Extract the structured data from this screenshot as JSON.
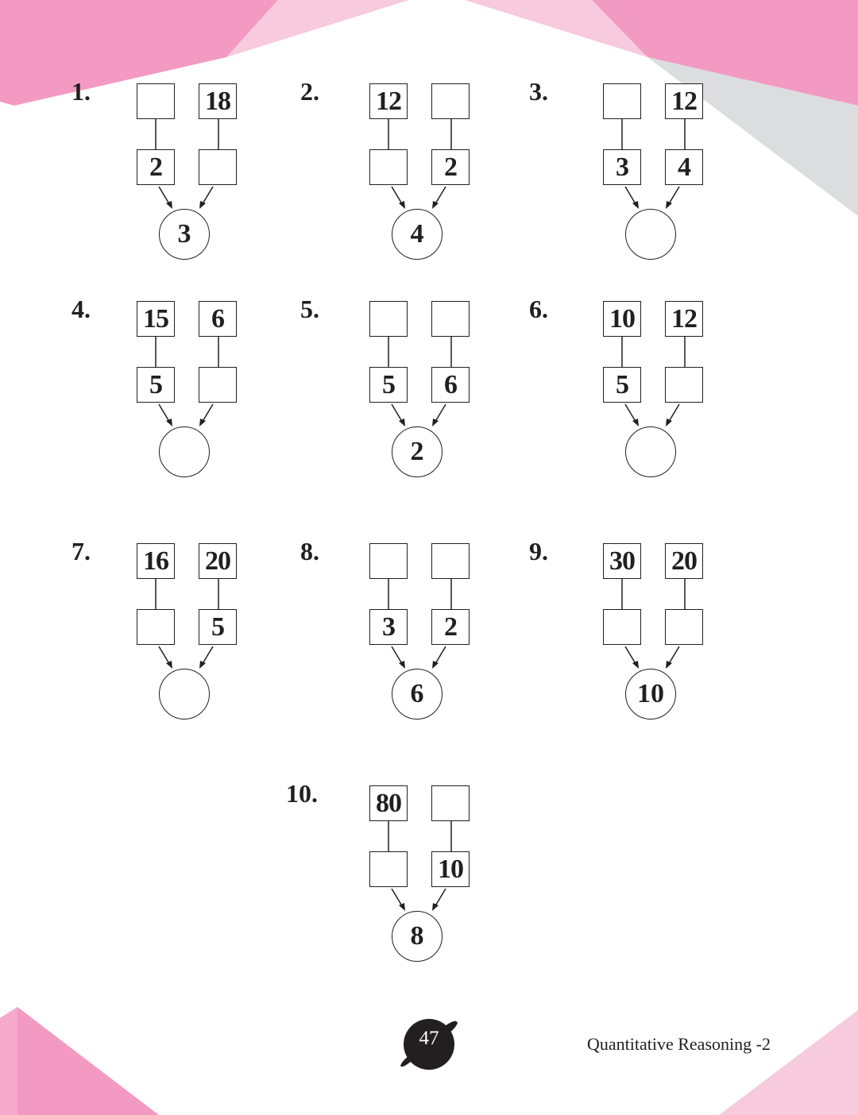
{
  "colors": {
    "pink": "#f39ac2",
    "light_pink": "#f7cade",
    "gray": "#dcdddf",
    "ink": "#231f20"
  },
  "problems": [
    {
      "label": "1.",
      "top_left": "",
      "top_right": "18",
      "bottom_left": "2",
      "bottom_right": "",
      "result": "3"
    },
    {
      "label": "2.",
      "top_left": "12",
      "top_right": "",
      "bottom_left": "",
      "bottom_right": "2",
      "result": "4"
    },
    {
      "label": "3.",
      "top_left": "",
      "top_right": "12",
      "bottom_left": "3",
      "bottom_right": "4",
      "result": ""
    },
    {
      "label": "4.",
      "top_left": "15",
      "top_right": "6",
      "bottom_left": "5",
      "bottom_right": "",
      "result": ""
    },
    {
      "label": "5.",
      "top_left": "",
      "top_right": "",
      "bottom_left": "5",
      "bottom_right": "6",
      "result": "2"
    },
    {
      "label": "6.",
      "top_left": "10",
      "top_right": "12",
      "bottom_left": "5",
      "bottom_right": "",
      "result": ""
    },
    {
      "label": "7.",
      "top_left": "16",
      "top_right": "20",
      "bottom_left": "",
      "bottom_right": "5",
      "result": ""
    },
    {
      "label": "8.",
      "top_left": "",
      "top_right": "",
      "bottom_left": "3",
      "bottom_right": "2",
      "result": "6"
    },
    {
      "label": "9.",
      "top_left": "30",
      "top_right": "20",
      "bottom_left": "",
      "bottom_right": "",
      "result": "10"
    },
    {
      "label": "10.",
      "top_left": "80",
      "top_right": "",
      "bottom_left": "",
      "bottom_right": "10",
      "result": "8"
    }
  ],
  "footer": {
    "page_number": "47",
    "title": "Quantitative Reasoning -2"
  }
}
